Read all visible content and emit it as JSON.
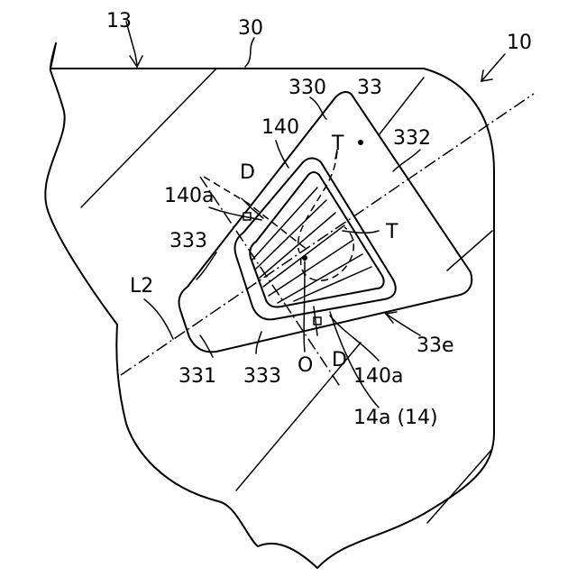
{
  "figure": {
    "labels": {
      "ref_13": "13",
      "ref_30": "30",
      "ref_10": "10",
      "ref_330": "330",
      "ref_33": "33",
      "ref_332": "332",
      "ref_140": "140",
      "ref_T_top": "T",
      "ref_T_right": "T",
      "ref_D_top": "D",
      "ref_140a_left": "140a",
      "ref_333_left": "333",
      "ref_L2": "L2",
      "ref_331": "331",
      "ref_333_bottom": "333",
      "ref_O": "O",
      "ref_D_bottom": "D",
      "ref_140a_bottom": "140a",
      "ref_33e": "33e",
      "ref_14a": "14a (14)"
    }
  }
}
